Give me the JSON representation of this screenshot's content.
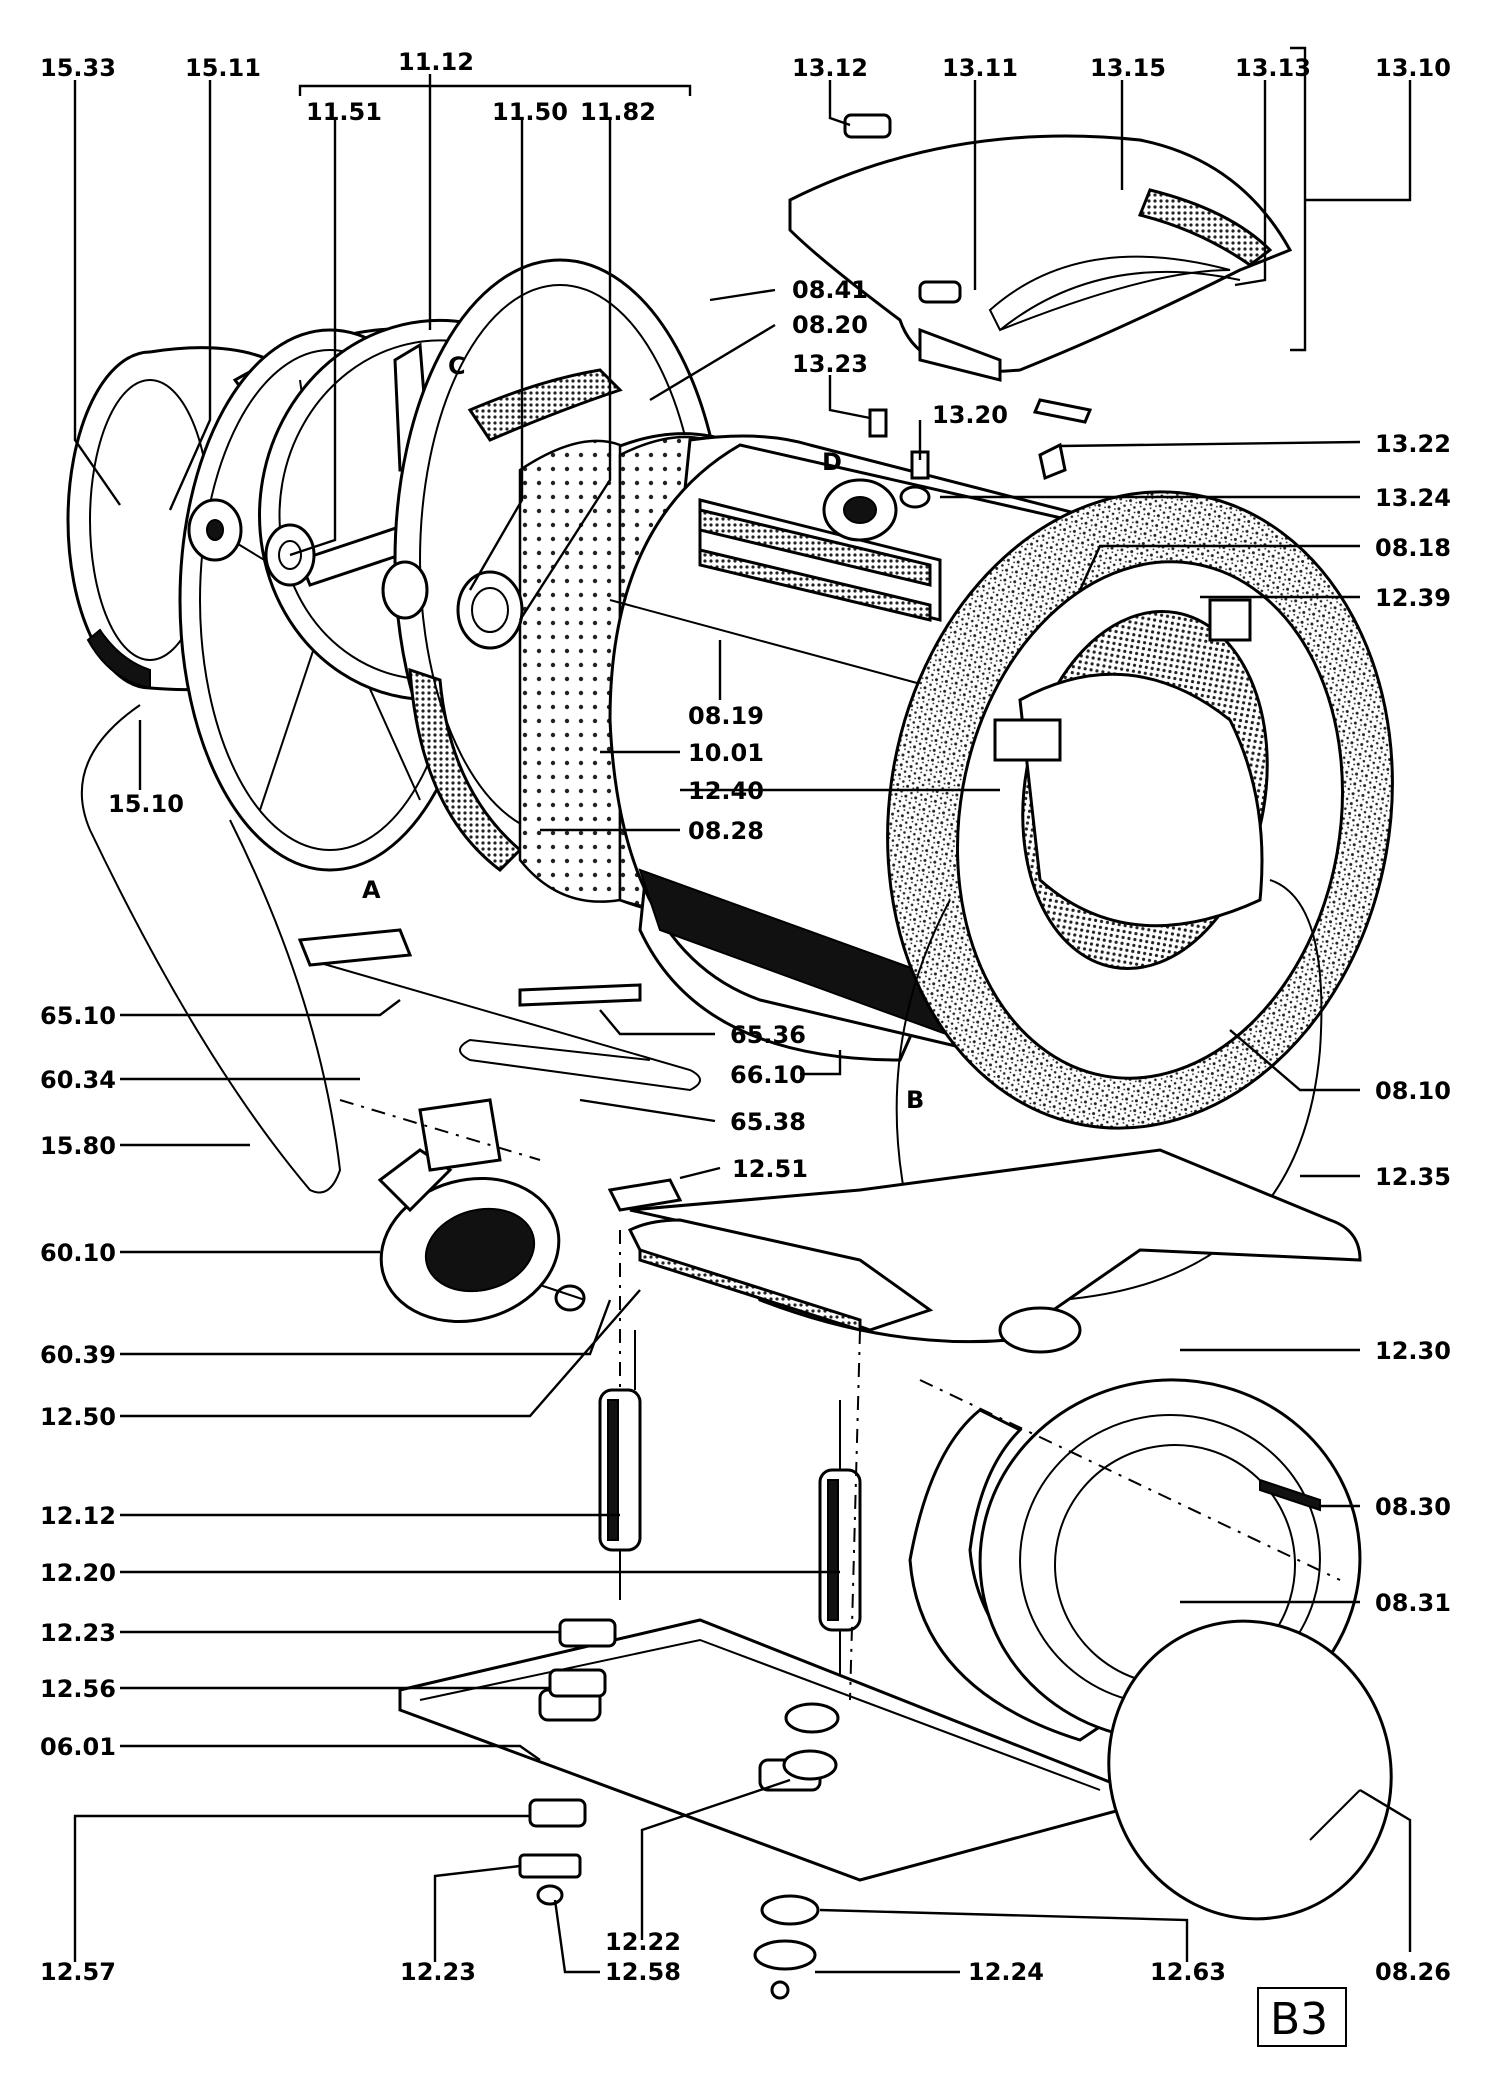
{
  "page_tag": "B3",
  "letters": [
    "A",
    "B",
    "C",
    "D"
  ],
  "labels": [
    {
      "id": "15.33",
      "text": "15.33"
    },
    {
      "id": "15.11",
      "text": "15.11"
    },
    {
      "id": "11.12",
      "text": "11.12"
    },
    {
      "id": "11.51",
      "text": "11.51"
    },
    {
      "id": "11.50",
      "text": "11.50"
    },
    {
      "id": "11.82",
      "text": "11.82"
    },
    {
      "id": "13.12",
      "text": "13.12"
    },
    {
      "id": "13.11",
      "text": "13.11"
    },
    {
      "id": "13.15",
      "text": "13.15"
    },
    {
      "id": "13.13",
      "text": "13.13"
    },
    {
      "id": "13.10",
      "text": "13.10"
    },
    {
      "id": "08.41",
      "text": "08.41"
    },
    {
      "id": "08.20",
      "text": "08.20"
    },
    {
      "id": "13.23",
      "text": "13.23"
    },
    {
      "id": "13.20",
      "text": "13.20"
    },
    {
      "id": "13.22",
      "text": "13.22"
    },
    {
      "id": "13.24",
      "text": "13.24"
    },
    {
      "id": "08.18",
      "text": "08.18"
    },
    {
      "id": "12.39",
      "text": "12.39"
    },
    {
      "id": "08.19",
      "text": "08.19"
    },
    {
      "id": "10.01",
      "text": "10.01"
    },
    {
      "id": "12.40",
      "text": "12.40"
    },
    {
      "id": "08.28",
      "text": "08.28"
    },
    {
      "id": "15.10",
      "text": "15.10"
    },
    {
      "id": "65.10",
      "text": "65.10"
    },
    {
      "id": "65.36",
      "text": "65.36"
    },
    {
      "id": "66.10",
      "text": "66.10"
    },
    {
      "id": "08.10",
      "text": "08.10"
    },
    {
      "id": "60.34",
      "text": "60.34"
    },
    {
      "id": "65.38",
      "text": "65.38"
    },
    {
      "id": "15.80",
      "text": "15.80"
    },
    {
      "id": "12.51",
      "text": "12.51"
    },
    {
      "id": "12.35",
      "text": "12.35"
    },
    {
      "id": "60.10",
      "text": "60.10"
    },
    {
      "id": "60.39",
      "text": "60.39"
    },
    {
      "id": "12.30",
      "text": "12.30"
    },
    {
      "id": "12.50",
      "text": "12.50"
    },
    {
      "id": "12.12",
      "text": "12.12"
    },
    {
      "id": "08.30",
      "text": "08.30"
    },
    {
      "id": "12.20",
      "text": "12.20"
    },
    {
      "id": "08.31",
      "text": "08.31"
    },
    {
      "id": "12.23a",
      "text": "12.23"
    },
    {
      "id": "12.56",
      "text": "12.56"
    },
    {
      "id": "06.01",
      "text": "06.01"
    },
    {
      "id": "12.22",
      "text": "12.22"
    },
    {
      "id": "12.57",
      "text": "12.57"
    },
    {
      "id": "12.23b",
      "text": "12.23"
    },
    {
      "id": "12.58",
      "text": "12.58"
    },
    {
      "id": "12.24",
      "text": "12.24"
    },
    {
      "id": "12.63",
      "text": "12.63"
    },
    {
      "id": "08.26",
      "text": "08.26"
    }
  ]
}
